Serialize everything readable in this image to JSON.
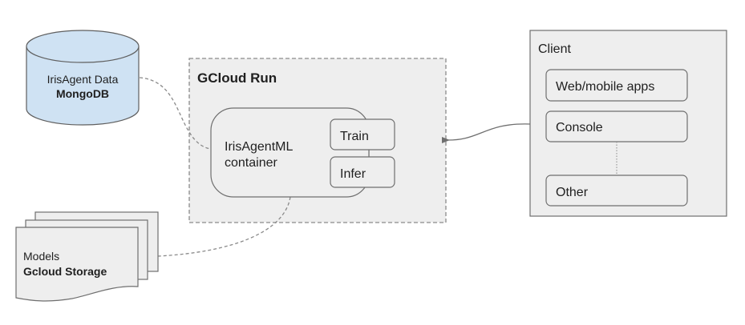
{
  "diagram": {
    "database": {
      "label": "IrisAgent Data",
      "name": "MongoDB",
      "fill_color": "#cfe2f3"
    },
    "gcloud_run": {
      "title": "GCloud Run",
      "container": {
        "label_line1": "IrisAgentML",
        "label_line2": "container"
      },
      "modules": [
        {
          "label": "Train"
        },
        {
          "label": "Infer"
        }
      ]
    },
    "client": {
      "title": "Client",
      "items": [
        {
          "label": "Web/mobile apps"
        },
        {
          "label": "Console"
        },
        {
          "label": "Other"
        }
      ]
    },
    "storage": {
      "label": "Models",
      "name": "Gcloud Storage"
    },
    "colors": {
      "box_fill": "#eeeeee",
      "stroke": "#6f6f6f",
      "dashed_stroke": "#8a8a8a"
    }
  }
}
